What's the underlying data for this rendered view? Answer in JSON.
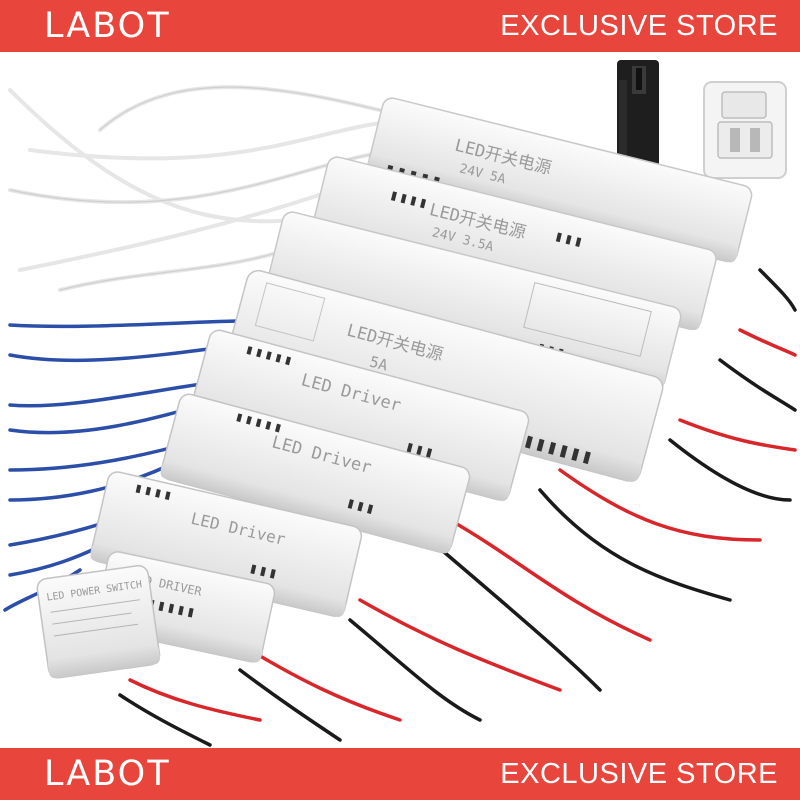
{
  "header": {
    "brand": "LABOT",
    "tagline": "EXCLUSIVE STORE"
  },
  "footer": {
    "brand": "LABOT",
    "tagline": "EXCLUSIVE STORE"
  },
  "colors": {
    "banner": "#e8453c",
    "banner_text": "#ffffff",
    "driver_body": "#f1f1f1",
    "wire_red": "#d9262b",
    "wire_black": "#1a1a1a",
    "wire_blue": "#2b4ea8",
    "wire_white": "#f4f4f4"
  },
  "product_labels": {
    "switch_5a": "LED开关电源",
    "switch_5a_rating": "5A",
    "switch_top": "LED开关电源",
    "switch_top_rating": "24V 5A",
    "switch_mid": "LED开关电源",
    "switch_mid_rating": "24V 3.5A",
    "driver_a": "LED Driver",
    "driver_b": "LED Driver",
    "driver_c": "LED Driver",
    "power_switch": "LED POWER SWITCH",
    "small_driver": "LED DRIVER"
  }
}
